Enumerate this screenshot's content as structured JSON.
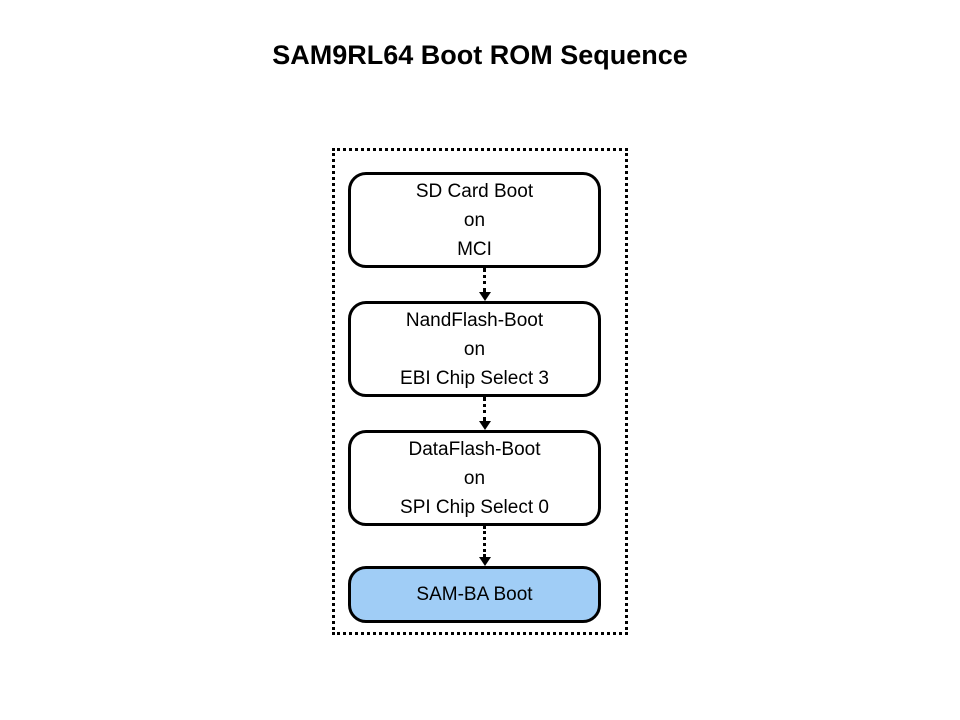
{
  "title": "SAM9RL64 Boot ROM Sequence",
  "colors": {
    "text": "#000000",
    "node_border": "#000000",
    "frame_border": "#000000",
    "node_fill": "#FFFFFF",
    "highlight_fill": "#A0CDF6"
  },
  "diagram": {
    "nodes": [
      {
        "id": "sd-card-boot",
        "fill": "#FFFFFF",
        "lines": [
          "SD Card Boot",
          "on",
          "MCI"
        ]
      },
      {
        "id": "nandflash-boot",
        "fill": "#FFFFFF",
        "lines": [
          "NandFlash-Boot",
          "on",
          "EBI Chip Select 3"
        ]
      },
      {
        "id": "dataflash-boot",
        "fill": "#FFFFFF",
        "lines": [
          "DataFlash-Boot",
          "on",
          "SPI Chip Select 0"
        ]
      },
      {
        "id": "sam-ba-boot",
        "fill": "#A0CDF6",
        "lines": [
          "SAM-BA Boot"
        ]
      }
    ]
  }
}
